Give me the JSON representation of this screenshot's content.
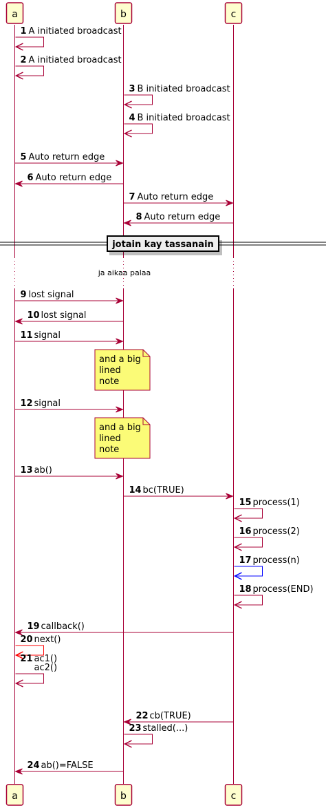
{
  "participants": [
    {
      "id": "a",
      "label": "a"
    },
    {
      "id": "b",
      "label": "b"
    },
    {
      "id": "c",
      "label": "c"
    }
  ],
  "colors": {
    "arrow_default": "#A80036",
    "arrow_red": "#FF0000",
    "arrow_blue": "#0000FF",
    "participant_fill": "#FEFECE",
    "note_fill": "#FBFB77"
  },
  "messages": [
    {
      "num": "1",
      "text": "A initiated broadcast",
      "from": "a",
      "to": "a",
      "color": "default"
    },
    {
      "num": "2",
      "text": "A initiated broadcast",
      "from": "a",
      "to": "a",
      "color": "default"
    },
    {
      "num": "3",
      "text": "B initiated broadcast",
      "from": "b",
      "to": "b",
      "color": "default"
    },
    {
      "num": "4",
      "text": "B initiated broadcast",
      "from": "b",
      "to": "b",
      "color": "default"
    },
    {
      "num": "5",
      "text": "Auto return edge",
      "from": "a",
      "to": "b",
      "color": "default"
    },
    {
      "num": "6",
      "text": "Auto return edge",
      "from": "b",
      "to": "a",
      "color": "default"
    },
    {
      "num": "7",
      "text": "Auto return edge",
      "from": "b",
      "to": "c",
      "color": "default"
    },
    {
      "num": "8",
      "text": "Auto return edge",
      "from": "c",
      "to": "b",
      "color": "default"
    },
    {
      "num": "9",
      "text": "lost signal",
      "from": "a",
      "to": "b",
      "color": "default"
    },
    {
      "num": "10",
      "text": "lost signal",
      "from": "b",
      "to": "a",
      "color": "default"
    },
    {
      "num": "11",
      "text": "signal",
      "from": "a",
      "to": "b",
      "color": "default"
    },
    {
      "num": "12",
      "text": "signal",
      "from": "a",
      "to": "b",
      "color": "default"
    },
    {
      "num": "13",
      "text": "ab()",
      "from": "a",
      "to": "b",
      "color": "default"
    },
    {
      "num": "14",
      "text": "bc(TRUE)",
      "from": "b",
      "to": "c",
      "color": "default"
    },
    {
      "num": "15",
      "text": "process(1)",
      "from": "c",
      "to": "c",
      "color": "default"
    },
    {
      "num": "16",
      "text": "process(2)",
      "from": "c",
      "to": "c",
      "color": "default"
    },
    {
      "num": "17",
      "text": "process(n)",
      "from": "c",
      "to": "c",
      "color": "blue"
    },
    {
      "num": "18",
      "text": "process(END)",
      "from": "c",
      "to": "c",
      "color": "default"
    },
    {
      "num": "19",
      "text": "callback()",
      "from": "c",
      "to": "a",
      "color": "default"
    },
    {
      "num": "20",
      "text": "next()",
      "from": "a",
      "to": "a",
      "color": "red"
    },
    {
      "num": "21",
      "text": [
        "ac1()",
        "ac2()"
      ],
      "from": "a",
      "to": "a",
      "color": "default"
    },
    {
      "num": "22",
      "text": "cb(TRUE)",
      "from": "c",
      "to": "b",
      "color": "default"
    },
    {
      "num": "23",
      "text": "stalled(...)",
      "from": "b",
      "to": "b",
      "color": "default"
    },
    {
      "num": "24",
      "text": "ab()=FALSE",
      "from": "b",
      "to": "a",
      "color": "default"
    }
  ],
  "divider": {
    "label": "jotain kay tassanain"
  },
  "delay": {
    "label": "ja aikaa palaa"
  },
  "notes": [
    {
      "after": "11",
      "lines": [
        "and a big",
        "lined",
        "note"
      ]
    },
    {
      "after": "12",
      "lines": [
        "and a big",
        "lined",
        "note"
      ]
    }
  ]
}
